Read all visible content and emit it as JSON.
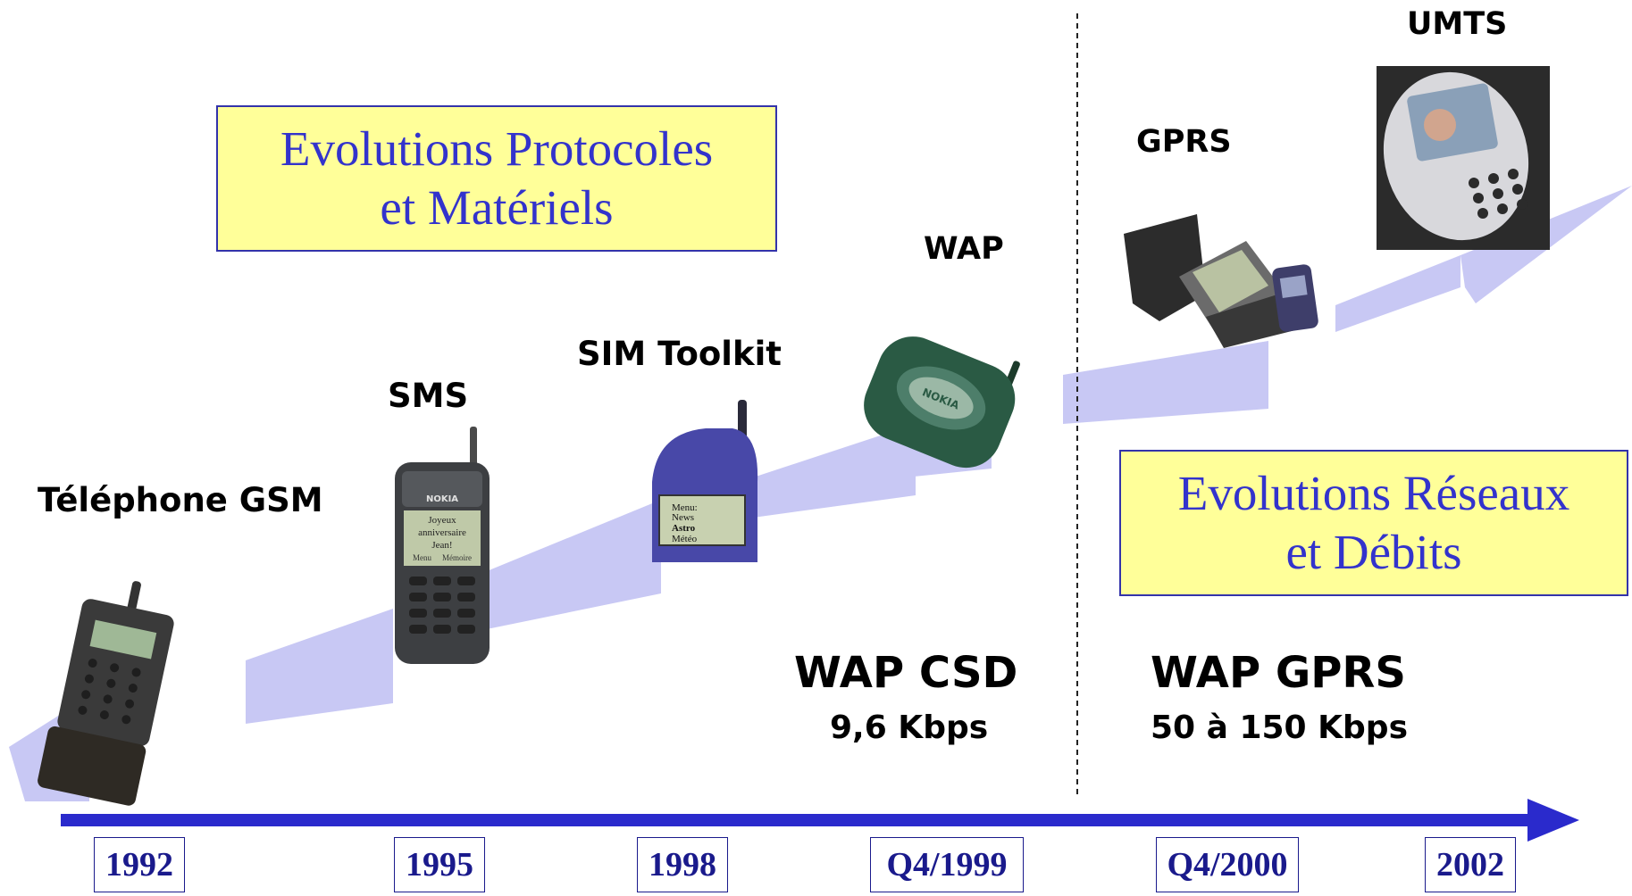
{
  "protocols_box": {
    "line1": "Evolutions Protocoles",
    "line2": "et Matériels"
  },
  "networks_box": {
    "line1": "Evolutions Réseaux",
    "line2": "et Débits"
  },
  "milestones": {
    "gsm": "Téléphone GSM",
    "sms": "SMS",
    "sim_toolkit": "SIM Toolkit",
    "wap": "WAP",
    "gprs": "GPRS",
    "umts": "UMTS"
  },
  "network_speeds": {
    "csd_title": "WAP CSD",
    "csd_rate": "9,6 Kbps",
    "gprs_title": "WAP GPRS",
    "gprs_rate": "50 à 150 Kbps"
  },
  "phone_screens": {
    "sms_screen": [
      "Joyeux",
      "anniversaire",
      "Jean!"
    ],
    "sms_softkeys": [
      "Menu",
      "Mémoire"
    ],
    "sim_menu": [
      "Menu:",
      "News",
      "Astro",
      "Météo"
    ],
    "brand": "NOKIA"
  },
  "timeline": {
    "years": [
      "1992",
      "1995",
      "1998",
      "Q4/1999",
      "Q4/2000",
      "2002"
    ]
  },
  "colors": {
    "band": "#c8c8f4",
    "timeline_arrow": "#2a2acc",
    "box_fill": "#ffff99",
    "box_text": "#3333cc",
    "year_text": "#1a1a8c"
  }
}
